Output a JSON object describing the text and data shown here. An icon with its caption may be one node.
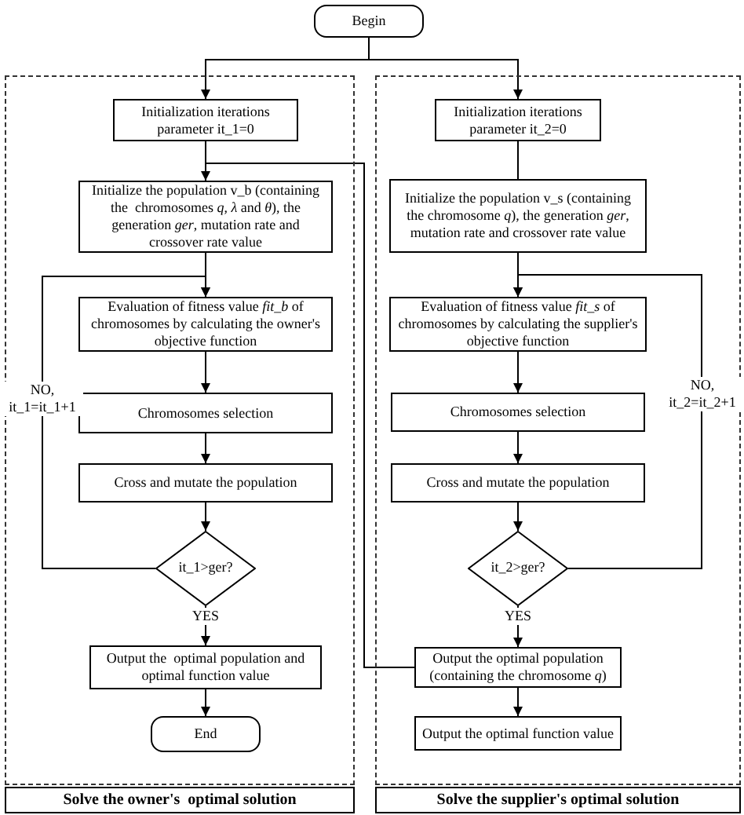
{
  "diagram": {
    "nodes": [
      {
        "text": [
          "Begin"
        ]
      },
      {
        "text": [
          "Solve the owner's  optimal solution"
        ]
      },
      {
        "text": [
          "Initialization iterations parameter it_1=0"
        ],
        "in": 1
      },
      {
        "text": [
          "Initialize the population v_b (containing the  chromosomes *q*, *λ* and *θ*), the generation *ger*, mutation rate and crossover rate value"
        ],
        "in": 1
      },
      {
        "text": [
          "Evaluation of fitness value *fit_b* of chromosomes by calculating the owner's objective function"
        ],
        "in": 1
      },
      {
        "text": [
          "Chromosomes selection"
        ],
        "in": 1
      },
      {
        "text": [
          "Cross and mutate the population"
        ],
        "in": 1
      },
      {
        "text": [
          "it_1>ger?"
        ],
        "in": 1
      },
      {
        "text": [
          "Output the  optimal population and optimal function value"
        ],
        "in": 1
      },
      {
        "text": [
          "End"
        ],
        "in": 1
      },
      {
        "text": [
          "Solve the supplier's optimal solution"
        ]
      },
      {
        "text": [
          "Initialization iterations parameter it_2=0"
        ],
        "in": 10
      },
      {
        "text": [
          "Initialize the population v_s (containing the chromosome *q*), the generation *ger*, mutation rate and crossover rate value"
        ],
        "in": 10
      },
      {
        "text": [
          "Evaluation of fitness value *fit_s* of chromosomes by calculating the supplier's objective function"
        ],
        "in": 10
      },
      {
        "text": [
          "Chromosomes selection"
        ],
        "in": 10
      },
      {
        "text": [
          "Cross and mutate the population"
        ],
        "in": 10
      },
      {
        "text": [
          "it_2>ger?"
        ],
        "in": 10
      },
      {
        "text": [
          "Output the optimal population (containing the chromosome *q*)"
        ],
        "in": 10
      },
      {
        "text": [
          "Output the optimal function value"
        ],
        "in": 10
      }
    ],
    "edges": [
      {
        "from": 0,
        "to": 2,
        "arrow": "to"
      },
      {
        "from": 0,
        "to": 11,
        "arrow": "to"
      },
      {
        "from": 2,
        "to": 3,
        "arrow": "none"
      },
      {
        "from": 3,
        "to": 4,
        "arrow": "to"
      },
      {
        "from": 4,
        "to": 5,
        "arrow": "to"
      },
      {
        "from": 5,
        "to": 6,
        "arrow": "to"
      },
      {
        "from": 6,
        "to": 7,
        "arrow": "to"
      },
      {
        "from": 7,
        "to": 8,
        "arrow": "to",
        "label": "YES"
      },
      {
        "from": 8,
        "to": 9,
        "arrow": "to"
      },
      {
        "from": 7,
        "to": 4,
        "arrow": "to",
        "label": "NO, it_1=it_1+1"
      },
      {
        "from": 11,
        "to": 12,
        "arrow": "none"
      },
      {
        "from": 12,
        "to": 13,
        "arrow": "to"
      },
      {
        "from": 13,
        "to": 14,
        "arrow": "to"
      },
      {
        "from": 14,
        "to": 15,
        "arrow": "to"
      },
      {
        "from": 15,
        "to": 16,
        "arrow": "to"
      },
      {
        "from": 16,
        "to": 17,
        "arrow": "to",
        "label": "YES"
      },
      {
        "from": 17,
        "to": 18,
        "arrow": "to"
      },
      {
        "from": 16,
        "to": 13,
        "arrow": "to",
        "label": "NO, it_2=it_2+1"
      },
      {
        "from": 17,
        "to": 3,
        "arrow": "to"
      }
    ]
  }
}
